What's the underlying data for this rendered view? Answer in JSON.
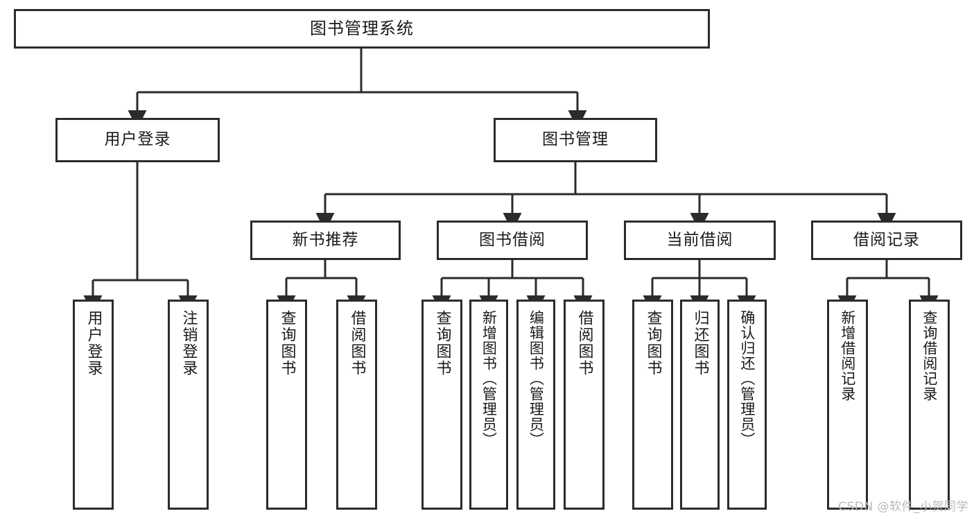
{
  "diagram": {
    "title": "图书管理系统",
    "root": {
      "label": "图书管理系统"
    },
    "level2": [
      {
        "label": "用户登录"
      },
      {
        "label": "图书管理"
      }
    ],
    "level3": [
      {
        "label": "新书推荐"
      },
      {
        "label": "图书借阅"
      },
      {
        "label": "当前借阅"
      },
      {
        "label": "借阅记录"
      }
    ],
    "leaves": {
      "user_login": [
        {
          "label": "用户登录"
        },
        {
          "label": "注销登录"
        }
      ],
      "new_book": [
        {
          "label": "查询图书"
        },
        {
          "label": "借阅图书"
        }
      ],
      "book_borrow": [
        {
          "label": "查询图书"
        },
        {
          "label": "新增图书（管理员）"
        },
        {
          "label": "编辑图书（管理员）"
        },
        {
          "label": "借阅图书"
        }
      ],
      "current_borrow": [
        {
          "label": "查询图书"
        },
        {
          "label": "归还图书"
        },
        {
          "label": "确认归还（管理员）"
        }
      ],
      "borrow_record": [
        {
          "label": "新增借阅记录"
        },
        {
          "label": "查询借阅记录"
        }
      ]
    }
  },
  "watermark": {
    "text": "CSDN @软件_小贺同学"
  },
  "colors": {
    "border": "#2b2b2b",
    "background": "#ffffff",
    "text": "#1a1a1a",
    "watermark": "#b9b9b9"
  }
}
